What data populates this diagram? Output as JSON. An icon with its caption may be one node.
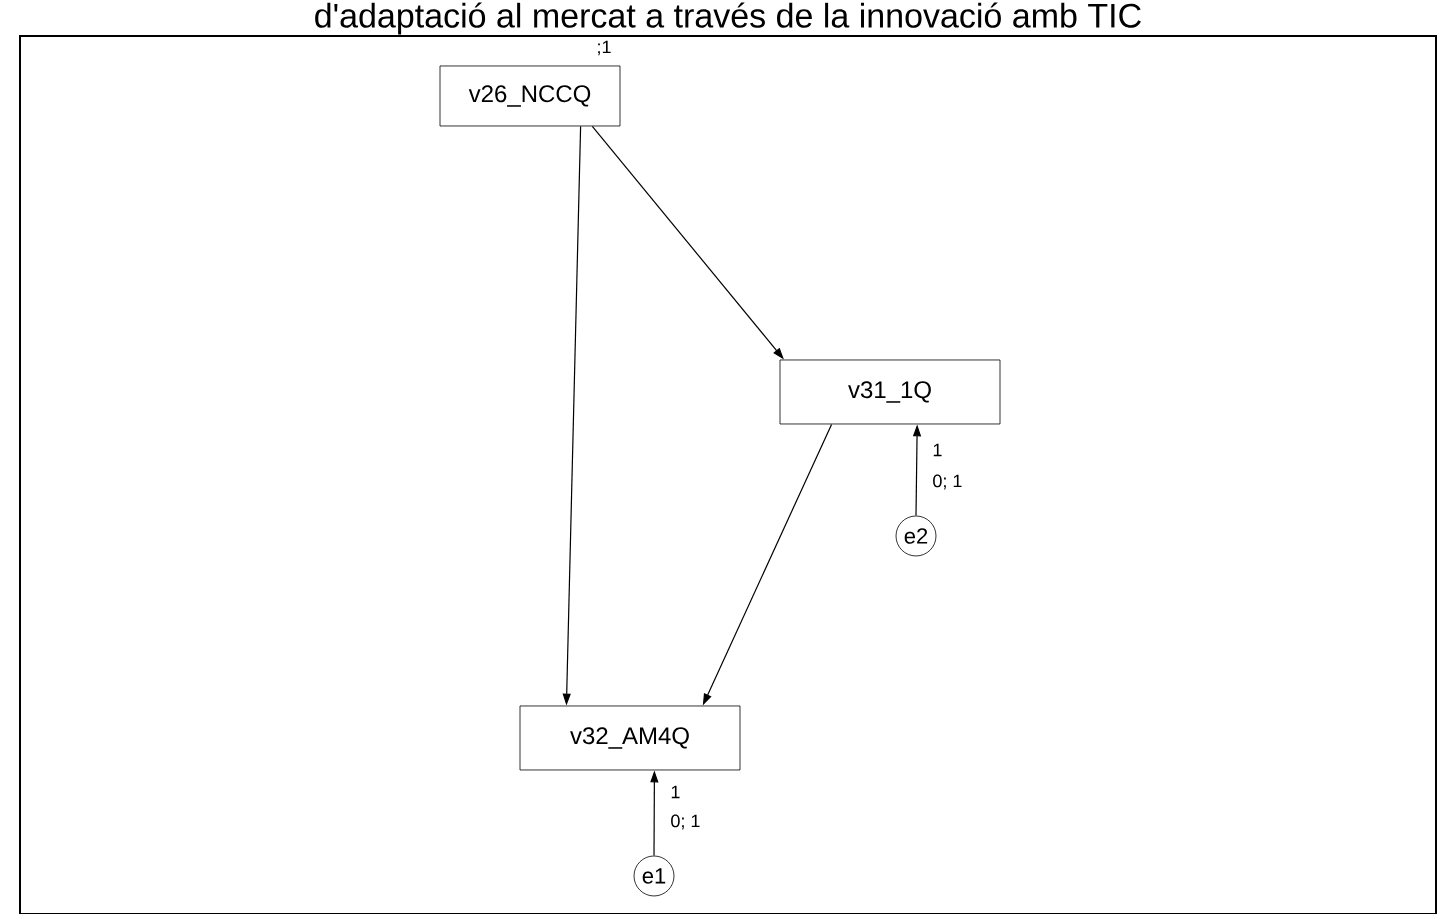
{
  "diagram": {
    "title": "d'adaptació al mercat a través de la innovació amb TIC",
    "nodes": [
      {
        "text": [
          "v26_NCCQ"
        ],
        "beside": [
          ";1"
        ]
      },
      {
        "text": [
          "v31_1Q"
        ]
      },
      {
        "text": [
          "v32_AM4Q"
        ]
      },
      {
        "text": [
          "e2"
        ],
        "beside": [
          "0; 1"
        ]
      },
      {
        "text": [
          "e1"
        ],
        "beside": [
          "0; 1"
        ]
      }
    ],
    "edges": [
      {
        "from": 0,
        "to": 2,
        "arrow": "to"
      },
      {
        "from": 0,
        "to": 1,
        "arrow": "to"
      },
      {
        "from": 1,
        "to": 2,
        "arrow": "to"
      },
      {
        "from": 3,
        "to": 1,
        "arrow": "to",
        "label": "1"
      },
      {
        "from": 4,
        "to": 2,
        "arrow": "to",
        "label": "1"
      }
    ]
  }
}
